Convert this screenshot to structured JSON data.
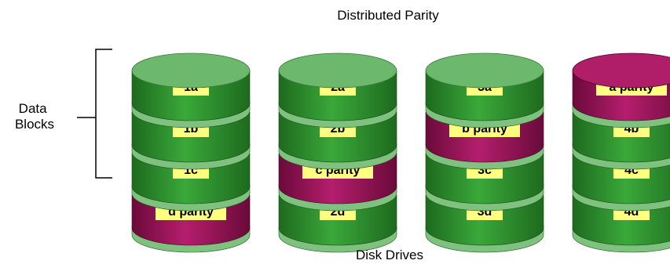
{
  "title": "Distributed Parity",
  "footer": "Disk Drives",
  "bracket_label": [
    "Data",
    "Blocks"
  ],
  "colors": {
    "data_block": "#2e9a2e",
    "data_block_dark": "#1e6a1e",
    "data_top": "#6cb86c",
    "parity_block": "#b01e6a",
    "parity_block_dark": "#6a0a3a",
    "label_bg": "#ffff80"
  },
  "disks": [
    {
      "name": "disk-1",
      "blocks": [
        {
          "label": "1a",
          "type": "data"
        },
        {
          "label": "1b",
          "type": "data"
        },
        {
          "label": "1c",
          "type": "data"
        },
        {
          "label": "d parity",
          "type": "parity"
        }
      ]
    },
    {
      "name": "disk-2",
      "blocks": [
        {
          "label": "2a",
          "type": "data"
        },
        {
          "label": "2b",
          "type": "data"
        },
        {
          "label": "c parity",
          "type": "parity"
        },
        {
          "label": "2d",
          "type": "data"
        }
      ]
    },
    {
      "name": "disk-3",
      "blocks": [
        {
          "label": "3a",
          "type": "data"
        },
        {
          "label": "b parity",
          "type": "parity"
        },
        {
          "label": "3c",
          "type": "data"
        },
        {
          "label": "3d",
          "type": "data"
        }
      ]
    },
    {
      "name": "disk-4",
      "blocks": [
        {
          "label": "a parity",
          "type": "parity"
        },
        {
          "label": "4b",
          "type": "data"
        },
        {
          "label": "4c",
          "type": "data"
        },
        {
          "label": "4d",
          "type": "data"
        }
      ]
    }
  ]
}
